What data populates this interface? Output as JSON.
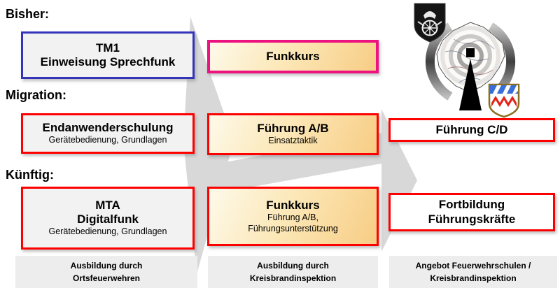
{
  "headings": {
    "bisher": "Bisher:",
    "migration": "Migration:",
    "kuenftig": "Künftig:"
  },
  "boxes": {
    "tm1": {
      "title_line1": "TM1",
      "title_line2": "Einweisung Sprechfunk"
    },
    "funkkurs_top": {
      "title": "Funkkurs"
    },
    "endanwender": {
      "title": "Endanwenderschulung",
      "subtitle": "Gerätebedienung, Grundlagen"
    },
    "fuehrung_ab": {
      "title": "Führung A/B",
      "subtitle": "Einsatztaktik"
    },
    "fuehrung_cd": {
      "title": "Führung C/D"
    },
    "mta": {
      "title_line1": "MTA",
      "title_line2": "Digitalfunk",
      "subtitle": "Gerätebedienung, Grundlagen"
    },
    "funkkurs_bottom": {
      "title": "Funkkurs",
      "subtitle_line1": "Führung A/B,",
      "subtitle_line2": "Führungsunterstützung"
    },
    "fortbildung": {
      "title_line1": "Fortbildung",
      "title_line2": "Führungskräfte"
    }
  },
  "footers": [
    {
      "line1": "Ausbildung durch",
      "line2": "Ortsfeuerwehren"
    },
    {
      "line1": "Ausbildung durch",
      "line2": "Kreisbrandinspektion"
    },
    {
      "line1": "Angebot Feuerwehrschulen /",
      "line2": "Kreisbrandinspektion"
    }
  ],
  "logo": {
    "icons": [
      "fire-brigade-crest-icon",
      "district-map-icon",
      "signal-arc-icon",
      "radio-waves-icon",
      "antenna-icon",
      "coat-of-arms-icon"
    ]
  },
  "colors": {
    "border_blue": "#3434bb",
    "border_red": "#fe0000",
    "border_pink": "#ec127f",
    "box_gray_fill": "#f2f2f2",
    "orange_gradient_start": "#fdf9ea",
    "orange_gradient_end": "#f7cd85",
    "background_arrow_gray": "#d8d8d8",
    "footer_gray": "#ededed",
    "coat_blue": "#3a6fd8",
    "coat_red": "#e32219"
  }
}
